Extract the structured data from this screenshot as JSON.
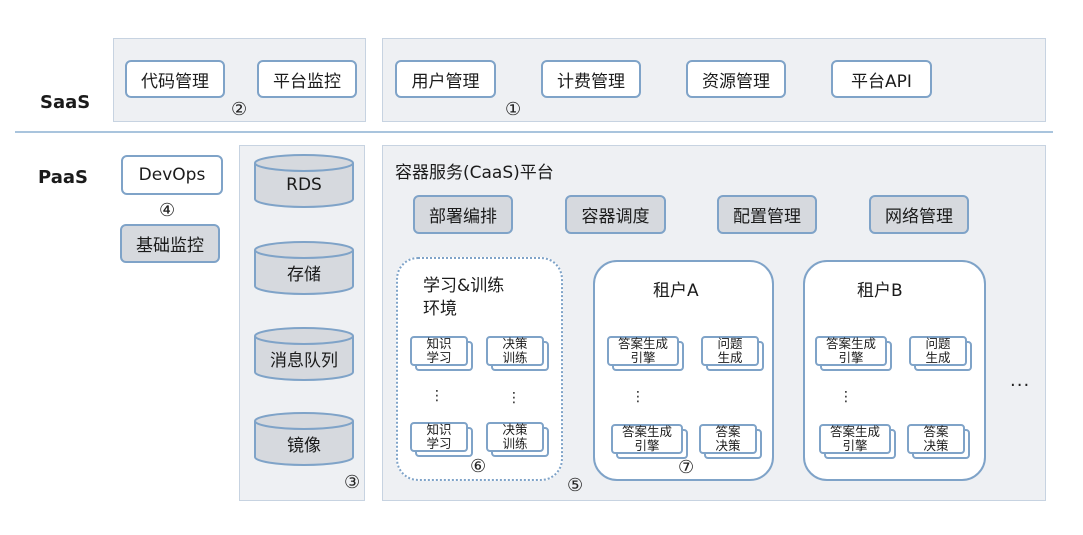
{
  "layers": {
    "saas": "SaaS",
    "paas": "PaaS"
  },
  "saas": {
    "group2": {
      "items": [
        "代码管理",
        "平台监控"
      ],
      "num": "②"
    },
    "group1": {
      "items": [
        "用户管理",
        "计费管理",
        "资源管理",
        "平台API"
      ],
      "num": "①"
    }
  },
  "paas_left": {
    "devops": "DevOps",
    "num": "④",
    "monitor": "基础监控"
  },
  "storage": {
    "items": [
      "RDS",
      "存储",
      "消息队列",
      "镜像"
    ],
    "num": "③"
  },
  "caas": {
    "title": "容器服务(CaaS)平台",
    "services": [
      "部署编排",
      "容器调度",
      "配置管理",
      "网络管理"
    ],
    "num": "⑤",
    "train": {
      "title_line1": "学习&训练",
      "title_line2": "环境",
      "a1": "知识\n学习",
      "b1": "决策\n训练",
      "a2": "知识\n学习",
      "b2": "决策\n训练",
      "dots": "⋮",
      "num": "⑥"
    },
    "tenantA": {
      "title": "租户A",
      "a1": "答案生成\n引擎",
      "b1": "问题\n生成",
      "a2": "答案生成\n引擎",
      "b2": "答案\n决策",
      "dots": "⋮",
      "num": "⑦"
    },
    "tenantB": {
      "title": "租户B",
      "a1": "答案生成\n引擎",
      "b1": "问题\n生成",
      "a2": "答案生成\n引擎",
      "b2": "答案\n决策",
      "dots": "⋮"
    },
    "more": "..."
  },
  "colors": {
    "border": "#7fa3c8",
    "panel": "#eef0f3",
    "gray_box": "#d6d9de",
    "divider": "#a9c4dd"
  }
}
